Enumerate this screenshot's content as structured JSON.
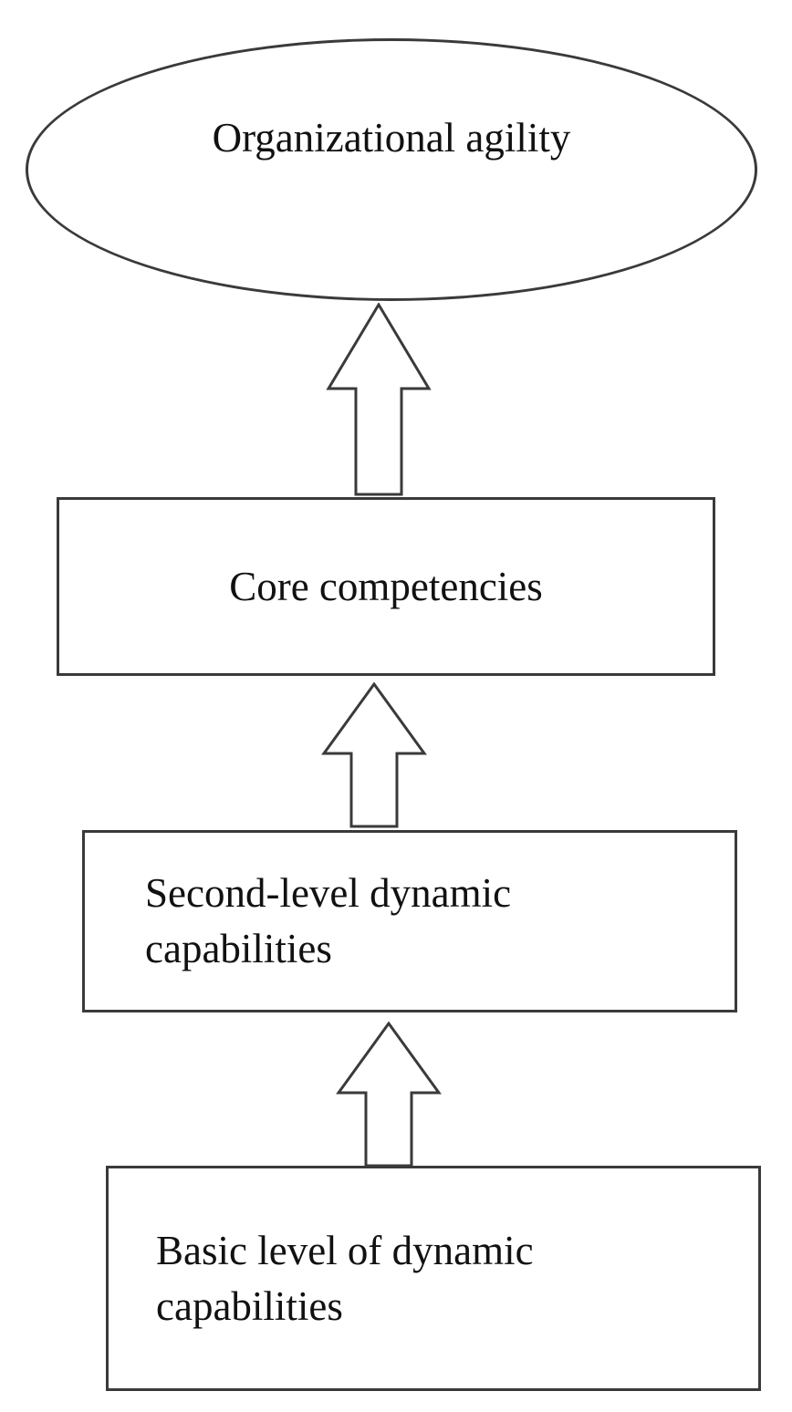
{
  "nodes": {
    "organizational_agility": {
      "label": "Organizational agility",
      "shape": "ellipse"
    },
    "core_competencies": {
      "label": "Core competencies",
      "shape": "rect"
    },
    "second_level_dynamic_capabilities": {
      "label": "Second-level dynamic capabilities",
      "shape": "rect"
    },
    "basic_level_dynamic_capabilities": {
      "label": "Basic level of dynamic capabilities",
      "shape": "rect"
    }
  },
  "connections": [
    {
      "from": "basic_level_dynamic_capabilities",
      "to": "second_level_dynamic_capabilities",
      "type": "block-arrow-up"
    },
    {
      "from": "second_level_dynamic_capabilities",
      "to": "core_competencies",
      "type": "block-arrow-up"
    },
    {
      "from": "core_competencies",
      "to": "organizational_agility",
      "type": "block-arrow-up"
    }
  ],
  "colors": {
    "stroke": "#3a3a3a",
    "fill": "#ffffff",
    "text": "#111111"
  }
}
